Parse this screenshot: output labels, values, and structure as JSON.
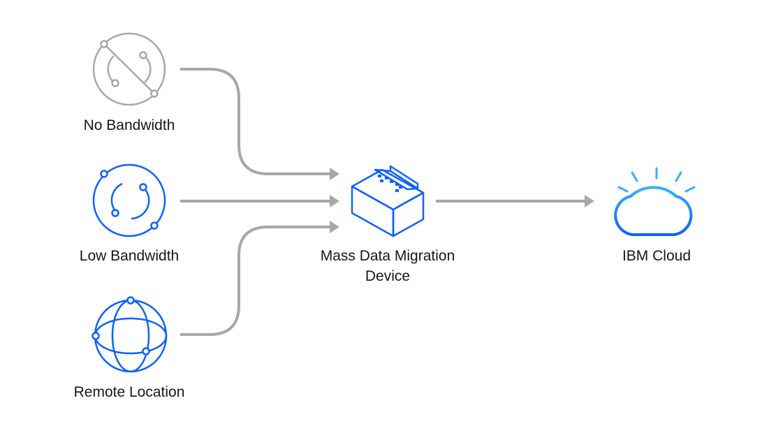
{
  "sources": [
    {
      "label": "No Bandwidth",
      "icon": "no-bandwidth-icon"
    },
    {
      "label": "Low Bandwidth",
      "icon": "low-bandwidth-icon"
    },
    {
      "label": "Remote Location",
      "icon": "globe-icon"
    }
  ],
  "device": {
    "label_line1": "Mass Data Migration",
    "label_line2": "Device",
    "icon": "migration-device-icon"
  },
  "destination": {
    "label": "IBM Cloud",
    "icon": "ibm-cloud-icon"
  },
  "colors": {
    "blue": "#0f62fe",
    "gray_icon": "#a8a8a8",
    "connector": "#a8a8a8",
    "text": "#171717",
    "cloud_gradient": [
      "#33b1ff",
      "#0f62fe"
    ]
  }
}
